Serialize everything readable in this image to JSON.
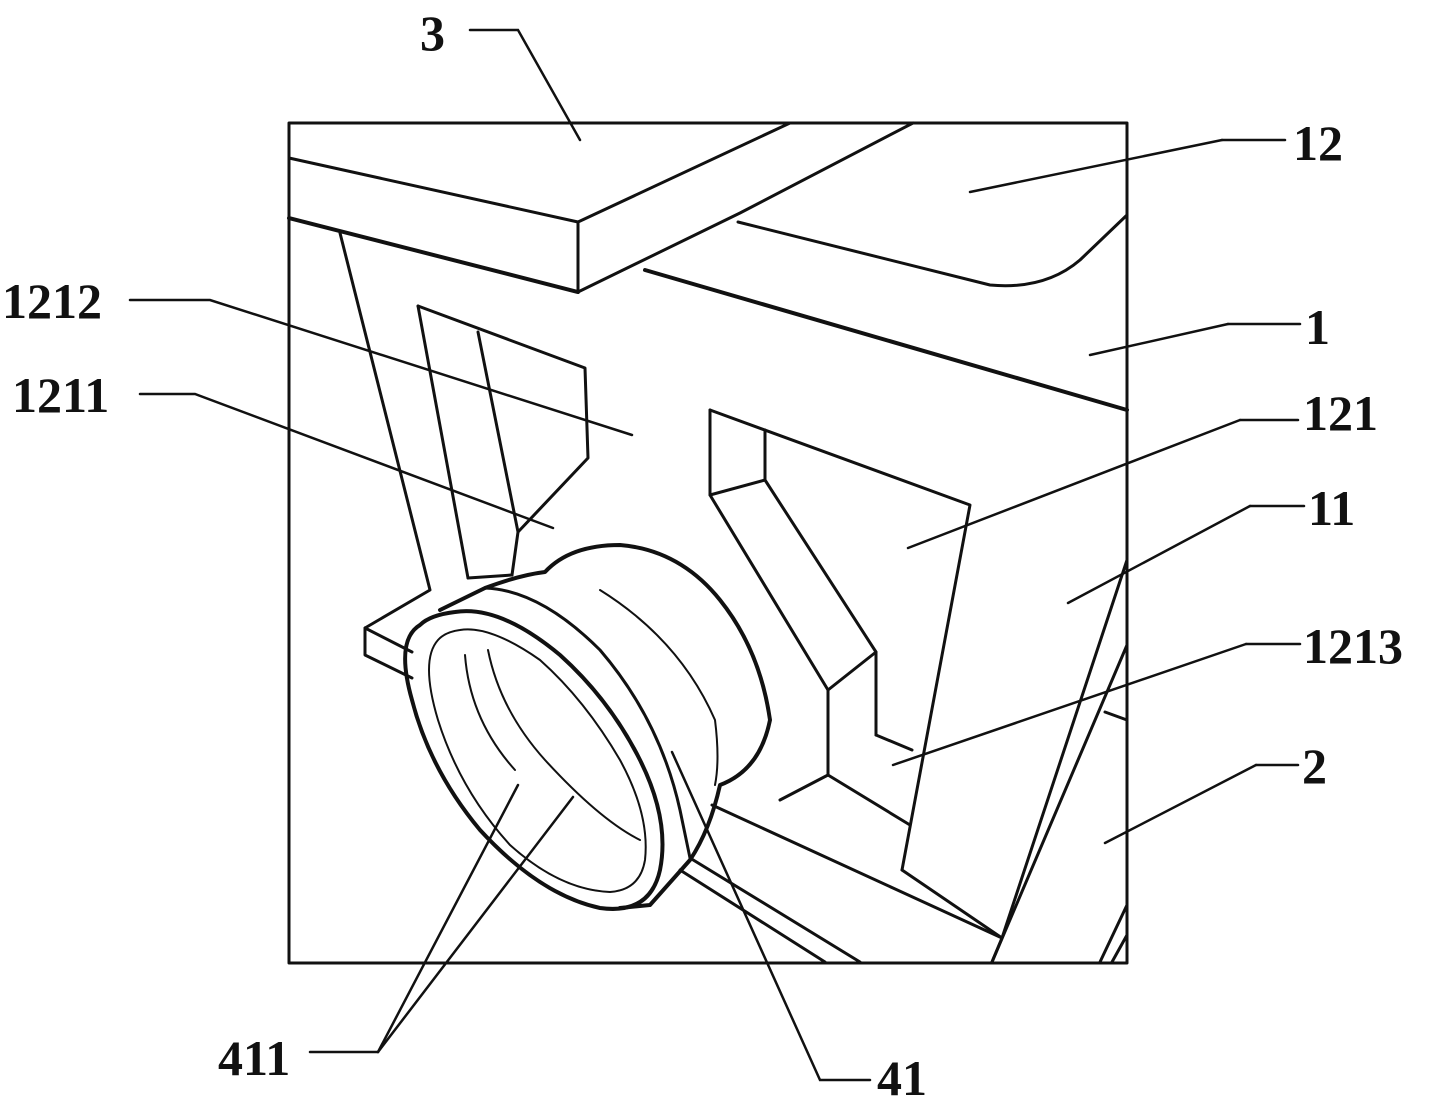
{
  "labels": {
    "l3": "3",
    "l12": "12",
    "l1212": "1212",
    "l1": "1",
    "l1211": "1211",
    "l121": "121",
    "l11": "11",
    "l1213": "1213",
    "l2": "2",
    "l411": "411",
    "l41": "41"
  }
}
